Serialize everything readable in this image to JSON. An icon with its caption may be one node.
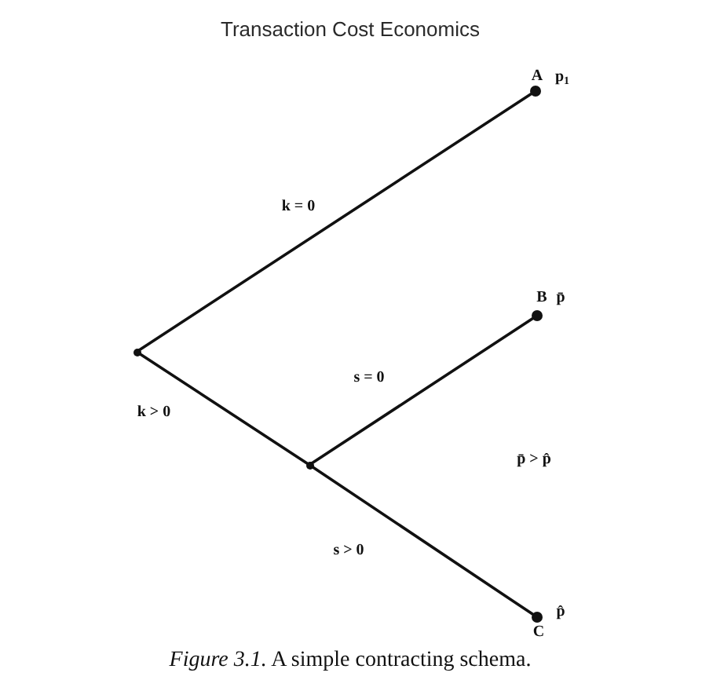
{
  "diagram": {
    "title": "Transaction Cost Economics",
    "caption": "*Figure 3.1.* A simple contracting schema.",
    "nodes": [
      {
        "text": [],
        "shape": "point"
      },
      {
        "text": [],
        "shape": "point"
      },
      {
        "text": [
          "A"
        ],
        "beside": [
          "p$_{1}$"
        ]
      },
      {
        "text": [
          "B"
        ],
        "beside": [
          "p̄"
        ]
      },
      {
        "text": [
          "C"
        ],
        "beside": [
          "p̂"
        ]
      }
    ],
    "edges": [
      {
        "from": 0,
        "to": 2,
        "arrow": "none",
        "label": "k = 0"
      },
      {
        "from": 0,
        "to": 1,
        "arrow": "none",
        "label": "k > 0"
      },
      {
        "from": 1,
        "to": 3,
        "arrow": "none",
        "label": "s = 0"
      },
      {
        "from": 1,
        "to": 4,
        "arrow": "none",
        "label": "s > 0"
      }
    ],
    "labels": [
      "p̄ > p̂"
    ]
  }
}
